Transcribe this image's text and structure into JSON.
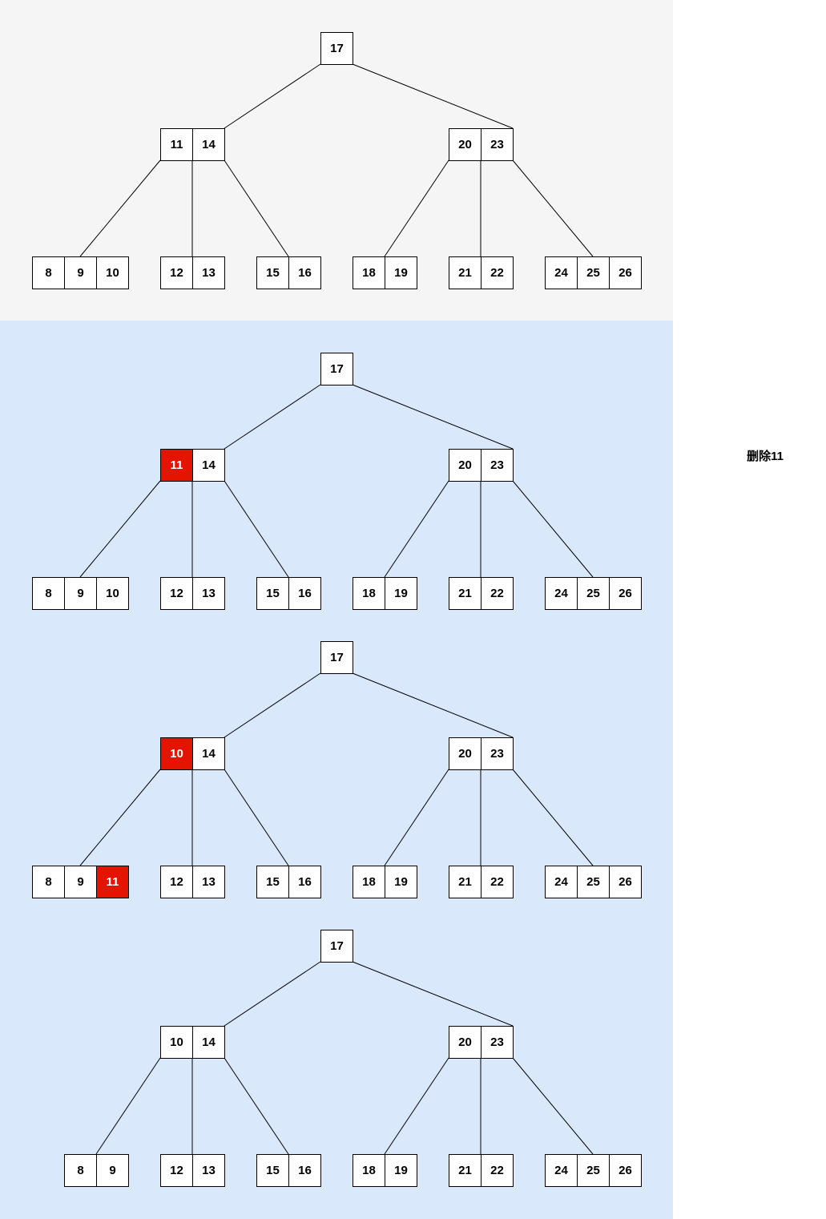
{
  "caption": "删除11",
  "colors": {
    "highlight": "#e51400",
    "panel_original": "#f5f5f5",
    "panel_steps": "#dae8fc"
  },
  "trees": [
    {
      "root": [
        "17"
      ],
      "level1": [
        [
          "11",
          "14"
        ],
        [
          "20",
          "23"
        ]
      ],
      "leaves": [
        [
          "8",
          "9",
          "10"
        ],
        [
          "12",
          "13"
        ],
        [
          "15",
          "16"
        ],
        [
          "18",
          "19"
        ],
        [
          "21",
          "22"
        ],
        [
          "24",
          "25",
          "26"
        ]
      ],
      "highlight": []
    },
    {
      "root": [
        "17"
      ],
      "level1": [
        [
          "11",
          "14"
        ],
        [
          "20",
          "23"
        ]
      ],
      "leaves": [
        [
          "8",
          "9",
          "10"
        ],
        [
          "12",
          "13"
        ],
        [
          "15",
          "16"
        ],
        [
          "18",
          "19"
        ],
        [
          "21",
          "22"
        ],
        [
          "24",
          "25",
          "26"
        ]
      ],
      "highlight": [
        [
          "level1",
          0,
          0
        ]
      ]
    },
    {
      "root": [
        "17"
      ],
      "level1": [
        [
          "10",
          "14"
        ],
        [
          "20",
          "23"
        ]
      ],
      "leaves": [
        [
          "8",
          "9",
          "11"
        ],
        [
          "12",
          "13"
        ],
        [
          "15",
          "16"
        ],
        [
          "18",
          "19"
        ],
        [
          "21",
          "22"
        ],
        [
          "24",
          "25",
          "26"
        ]
      ],
      "highlight": [
        [
          "level1",
          0,
          0
        ],
        [
          "leaves",
          0,
          2
        ]
      ]
    },
    {
      "root": [
        "17"
      ],
      "level1": [
        [
          "10",
          "14"
        ],
        [
          "20",
          "23"
        ]
      ],
      "leaves": [
        [
          "8",
          "9"
        ],
        [
          "12",
          "13"
        ],
        [
          "15",
          "16"
        ],
        [
          "18",
          "19"
        ],
        [
          "21",
          "22"
        ],
        [
          "24",
          "25",
          "26"
        ]
      ],
      "highlight": []
    }
  ]
}
